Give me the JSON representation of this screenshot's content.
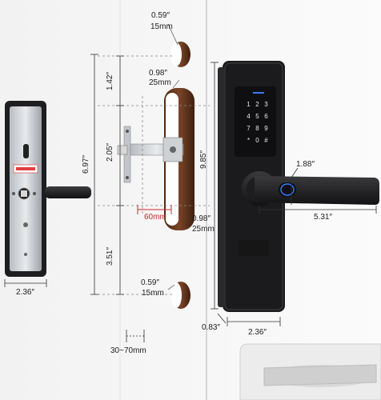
{
  "dimensions": {
    "hole_top_dia": "0.59″",
    "hole_top_mm": "15mm",
    "mortise_top_in": "0.98″",
    "mortise_top_mm": "25mm",
    "span_top": "1.42″",
    "span_mid": "2.05″",
    "span_bottom": "3.51″",
    "total_height": "6.97″",
    "mortise_bottom_in": "0.98″",
    "mortise_bottom_mm": "25mm",
    "hole_bottom_dia": "0.59″",
    "hole_bottom_mm": "15mm",
    "backset": "60mm",
    "door_thickness": "30~70mm",
    "lock_height": "9.85″",
    "handle_height": "1.88″",
    "handle_length": "5.31″",
    "body_depth": "0.83″",
    "body_width": "2.36″",
    "back_width": "2.36″"
  },
  "colors": {
    "lock_body": "#1b1b1d",
    "wood": "#6b3a22",
    "backset_red": "#d12a2a",
    "fingerprint_ring": "#3a78ff"
  },
  "keypad": [
    "1",
    "2",
    "3",
    "4",
    "5",
    "6",
    "7",
    "8",
    "9",
    "*",
    "0",
    "#"
  ]
}
